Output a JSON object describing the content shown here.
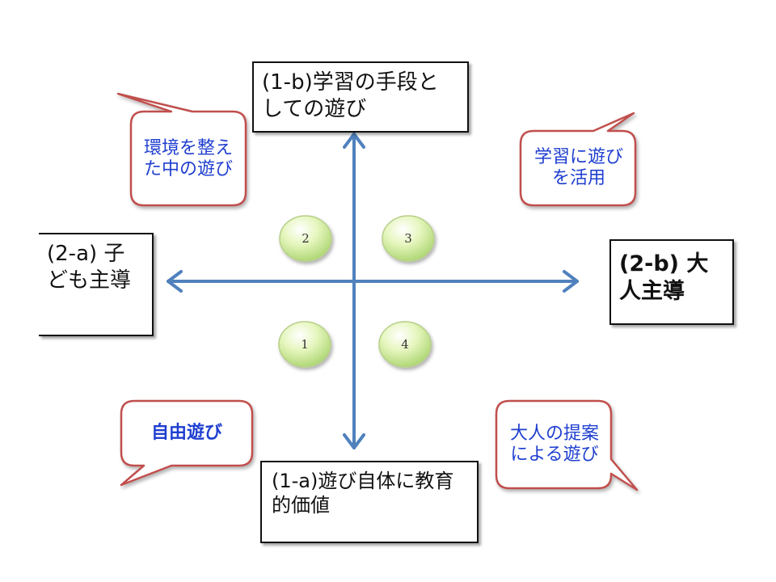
{
  "axes": {
    "top": "(1-b)学習の手段としての遊び",
    "bottom": "(1-a)遊び自体に教育的価値",
    "left": "(2-a) 子ども主導",
    "right": "(2-b) 大人主導"
  },
  "quadrants": {
    "top_left": "環境を整えた中の遊び",
    "top_right": "学習に遊びを活用",
    "bottom_left": "自由遊び",
    "bottom_right": "大人の提案による遊び"
  },
  "nodes": [
    "1",
    "2",
    "3",
    "4"
  ],
  "colors": {
    "arrow": "#4f81bd",
    "bubble_border": "#c0504d",
    "bubble_text": "#1f3fd0",
    "node_fill": "#d7efa0"
  }
}
